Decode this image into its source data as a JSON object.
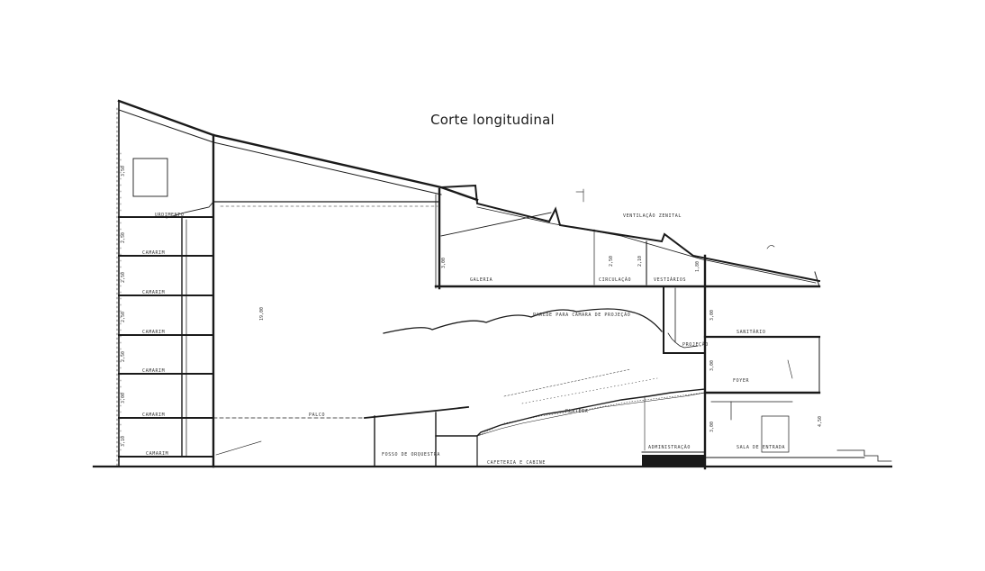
{
  "title": "Corte longitudinal",
  "labels": {
    "roof_ventilation": "VENTILAÇÃO ZENITAL",
    "projection_wall": "PAREDE PARA CÂMARA DE PROJEÇÃO",
    "plateia": "PLATÉIA",
    "palco": "PALCO",
    "foyer": "FOYER",
    "projecao": "PROJEÇÃO",
    "administracao": "ADMINISTRAÇÃO",
    "sala_entrada": "SALA DE ENTRADA",
    "sala_orquestra": "FOSSO DE ORQUESTRA",
    "cafeteria": "CAFETERIA E CABINE",
    "camarim_1": "CAMARIM",
    "camarim_2": "CAMARIM",
    "camarim_3": "CAMARIM",
    "camarim_4": "CAMARIM",
    "camarim_5": "CAMARIM",
    "camarim_6": "CAMARIM",
    "urdimento": "URDIMENTO",
    "vestiarios": "VESTIÁRIOS",
    "circulacao": "CIRCULAÇÃO",
    "galeria": "GALERIA",
    "sanitario": "SANITÁRIO"
  },
  "dimensions": {
    "d1": "3,50",
    "d2": "2,50",
    "d3": "2,50",
    "d4": "2,50",
    "d5": "2,50",
    "d6": "3,00",
    "d7": "3,10",
    "d8": "19,00",
    "d9": "3,00",
    "d10": "2,50",
    "d11": "2,10",
    "d12": "1,80",
    "d13": "3,00",
    "d14": "3,00",
    "d15": "3,00",
    "d16": "4,50"
  }
}
